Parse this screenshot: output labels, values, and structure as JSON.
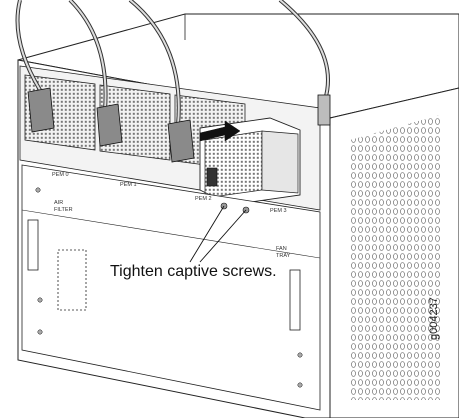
{
  "figure": {
    "callout_text": "Tighten captive screws.",
    "figure_id": "g004237",
    "labels": {
      "pem0": "PEM 0",
      "pem1": "PEM 1",
      "pem2": "PEM 2",
      "pem3": "PEM 3",
      "air_filter_line1": "AIR",
      "air_filter_line2": "FILTER",
      "fan_tray_line1": "FAN",
      "fan_tray_line2": "TRAY"
    }
  }
}
